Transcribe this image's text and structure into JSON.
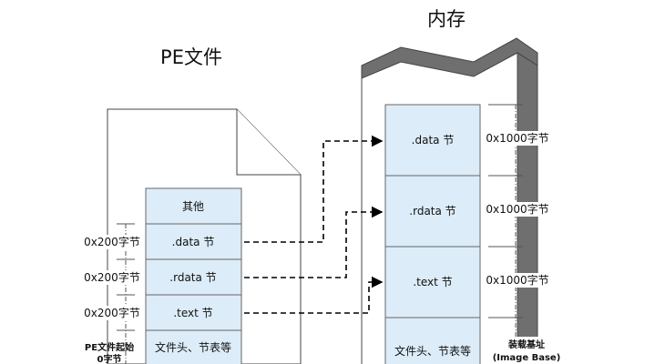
{
  "memory_title": "内存",
  "pe_title": "PE文件",
  "pe_sections": [
    {
      "label": "其他"
    },
    {
      "label": ".data 节"
    },
    {
      "label": ".rdata 节"
    },
    {
      "label": ".text 节"
    },
    {
      "label": "文件头、节表等"
    }
  ],
  "pe_sizes": [
    "0x200字节",
    "0x200字节",
    "0x200字节"
  ],
  "pe_start_label": "PE文件起始",
  "pe_offset_label": "0字节",
  "mem_sections": [
    {
      "label": ".data 节"
    },
    {
      "label": ".rdata 节"
    },
    {
      "label": ".text 节"
    },
    {
      "label": "文件头、节表等"
    }
  ],
  "mem_sizes": [
    "0x1000字节",
    "0x1000字节",
    "0x1000字节"
  ],
  "load_base_label": "装载基址",
  "image_base_label": "(Image Base)",
  "colors": {
    "section_fill": "#dcecf8",
    "wall_dark": "#6f6f6f",
    "outline": "#444444"
  }
}
